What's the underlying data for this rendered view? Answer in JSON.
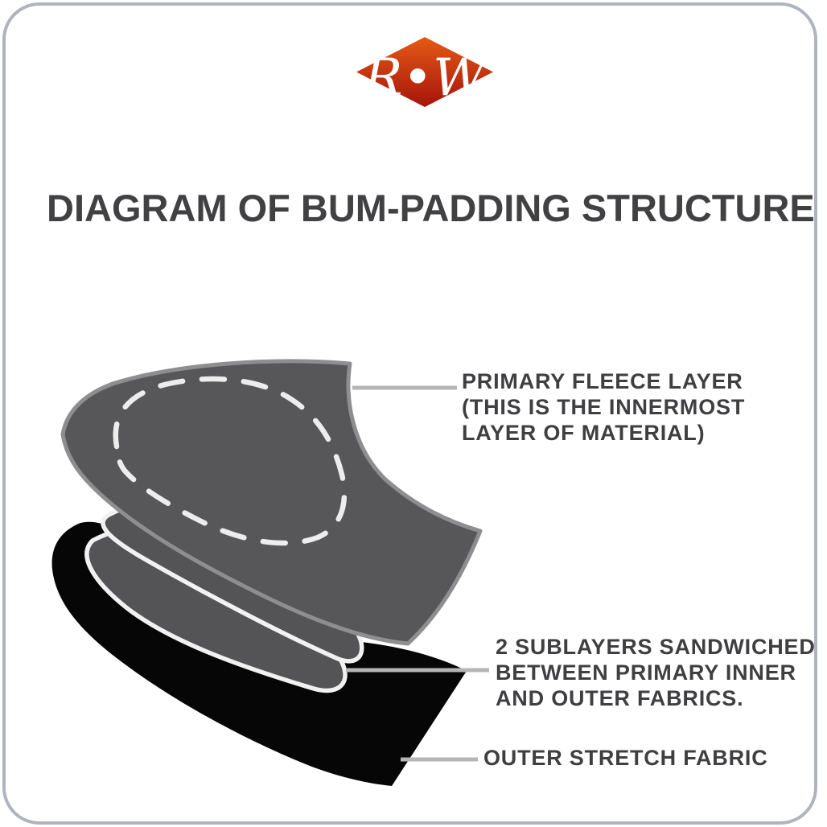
{
  "title": "DIAGRAM OF BUM-PADDING STRUCTURE",
  "logo": {
    "text": "R•W",
    "gradient_top": "#e55a15",
    "gradient_bottom": "#a5140b",
    "text_color": "#ffffff"
  },
  "diagram": {
    "leader_line_color": "#b5b5b5",
    "stitch_color": "#ededed",
    "layers": [
      {
        "name": "primary-fleece-layer",
        "color": "#57575a"
      },
      {
        "name": "sublayer-upper",
        "color": "#545457"
      },
      {
        "name": "sublayer-lower",
        "color": "#545457"
      },
      {
        "name": "outer-stretch-fabric",
        "color": "#060606"
      }
    ],
    "labels": [
      {
        "id": "primary-fleece",
        "lines": [
          "PRIMARY FLEECE LAYER",
          "(THIS IS THE INNERMOST",
          "LAYER OF MATERIAL)"
        ]
      },
      {
        "id": "sublayers",
        "lines": [
          "2 SUBLAYERS SANDWICHED",
          "BETWEEN PRIMARY INNER",
          "AND OUTER FABRICS."
        ]
      },
      {
        "id": "outer-stretch",
        "lines": [
          "OUTER STRETCH FABRIC"
        ]
      }
    ]
  }
}
